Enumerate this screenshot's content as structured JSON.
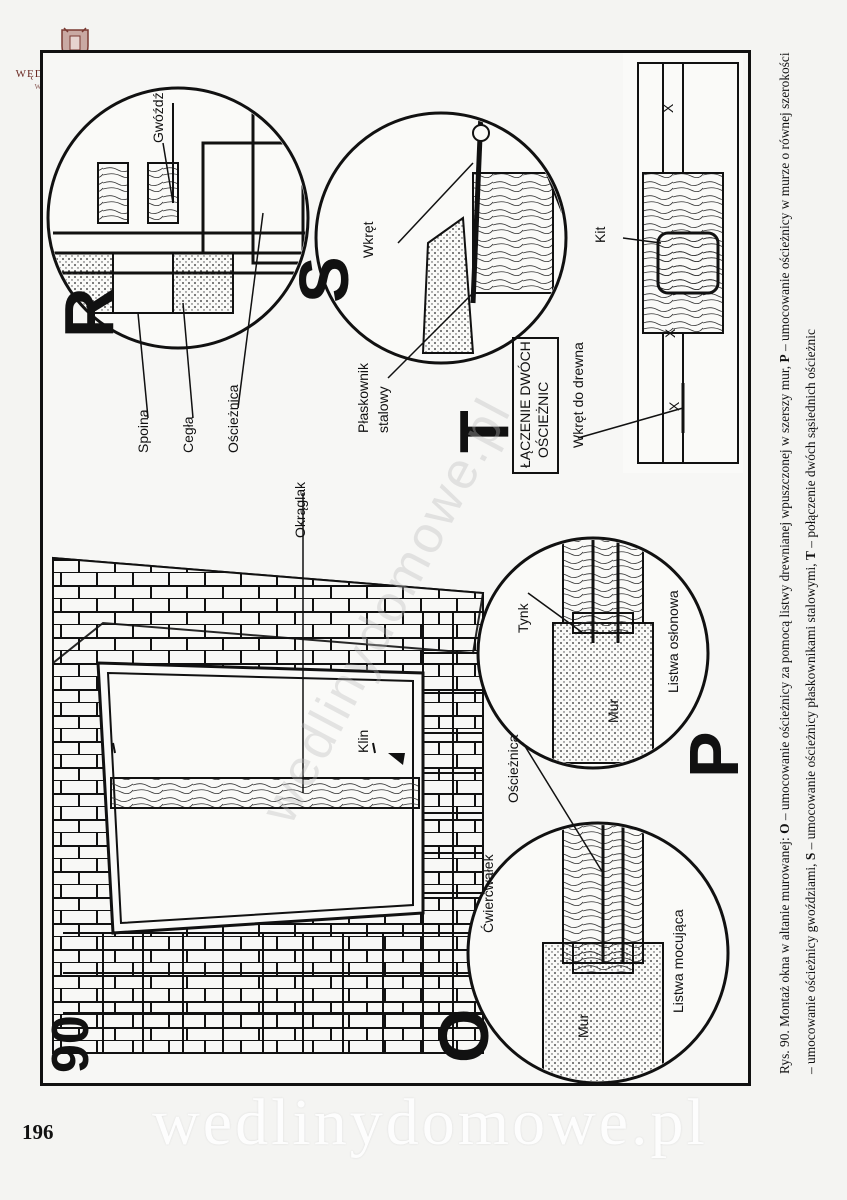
{
  "logo": {
    "title": "WĘDZARNICZA BRAĆ",
    "subtitle": "WEDLINYDOMOWE.PL"
  },
  "figure": {
    "number": "90",
    "sections": {
      "O": "O",
      "P": "P",
      "R": "R",
      "S": "S",
      "T": "T"
    },
    "labels": {
      "okraglak": "Okrąglak",
      "klin": "Klin",
      "cwiercwalek": "Ćwierćwałek",
      "mur_o": "Mur",
      "listwa_mocujaca": "Listwa mocująca",
      "oscieznica_o": "Ościeżnica",
      "tynk": "Tynk",
      "mur_p": "Mur",
      "listwa_oslonowa": "Listwa osłonowa",
      "spoina": "Spoina",
      "cegla": "Cegła",
      "oscieznica_r": "Ościeżnica",
      "gwozdz": "Gwóźdź",
      "plaskownik_1": "Płaskownik",
      "plaskownik_2": "stalowy",
      "wkret": "Wkręt",
      "laczenie_1": "ŁĄCZENIE DWÓCH",
      "laczenie_2": "OŚCIEŻNIC",
      "wkret_drewna": "Wkręt do drewna",
      "kit": "Kit",
      "x1": "X",
      "x2": "X",
      "x3": "X"
    }
  },
  "caption": {
    "prefix": "Rys. 90.",
    "title": "Montaż okna w altanie murowanej:",
    "o_key": "O",
    "o_text": "– umocowanie ościeżnicy za pomocą listwy drewnianej wpuszczonej w szerszy mur,",
    "p_key": "P",
    "p_text": "– umocowanie ościeżnicy w murze o równej szerokości,",
    "r_key": "R",
    "r_text": "– umocowanie ościeżnicy gwoździami,",
    "s_key": "S",
    "s_text": "– umocowanie ościeżnicy płaskownikami stalowymi,",
    "t_key": "T",
    "t_text": "– połączenie dwóch sąsiednich ościeżnic"
  },
  "footer": {
    "page_number": "196",
    "watermark": "wedlinydomowe.pl"
  }
}
